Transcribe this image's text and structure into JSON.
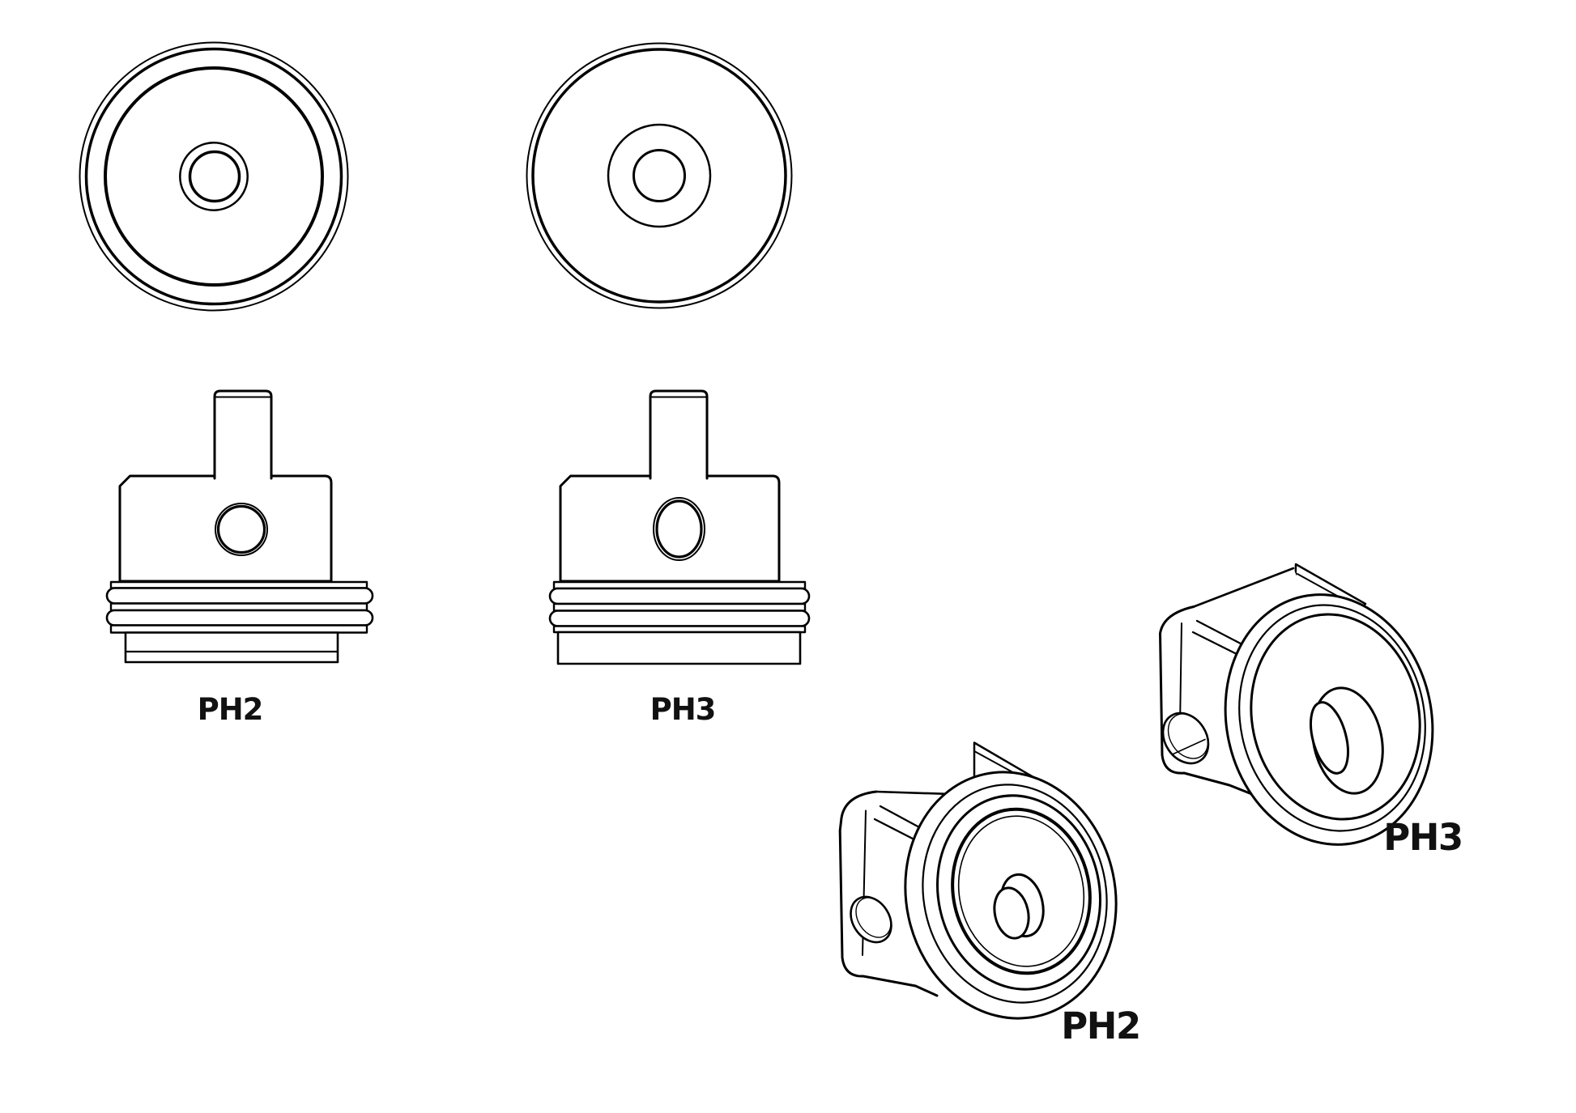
{
  "canvas": {
    "background": "#ffffff",
    "stroke_color": "#000000",
    "label_color": "#111111"
  },
  "labels": {
    "ph2_front": "PH2",
    "ph3_front": "PH3",
    "ph2_iso": "PH2",
    "ph3_iso": "PH3"
  }
}
